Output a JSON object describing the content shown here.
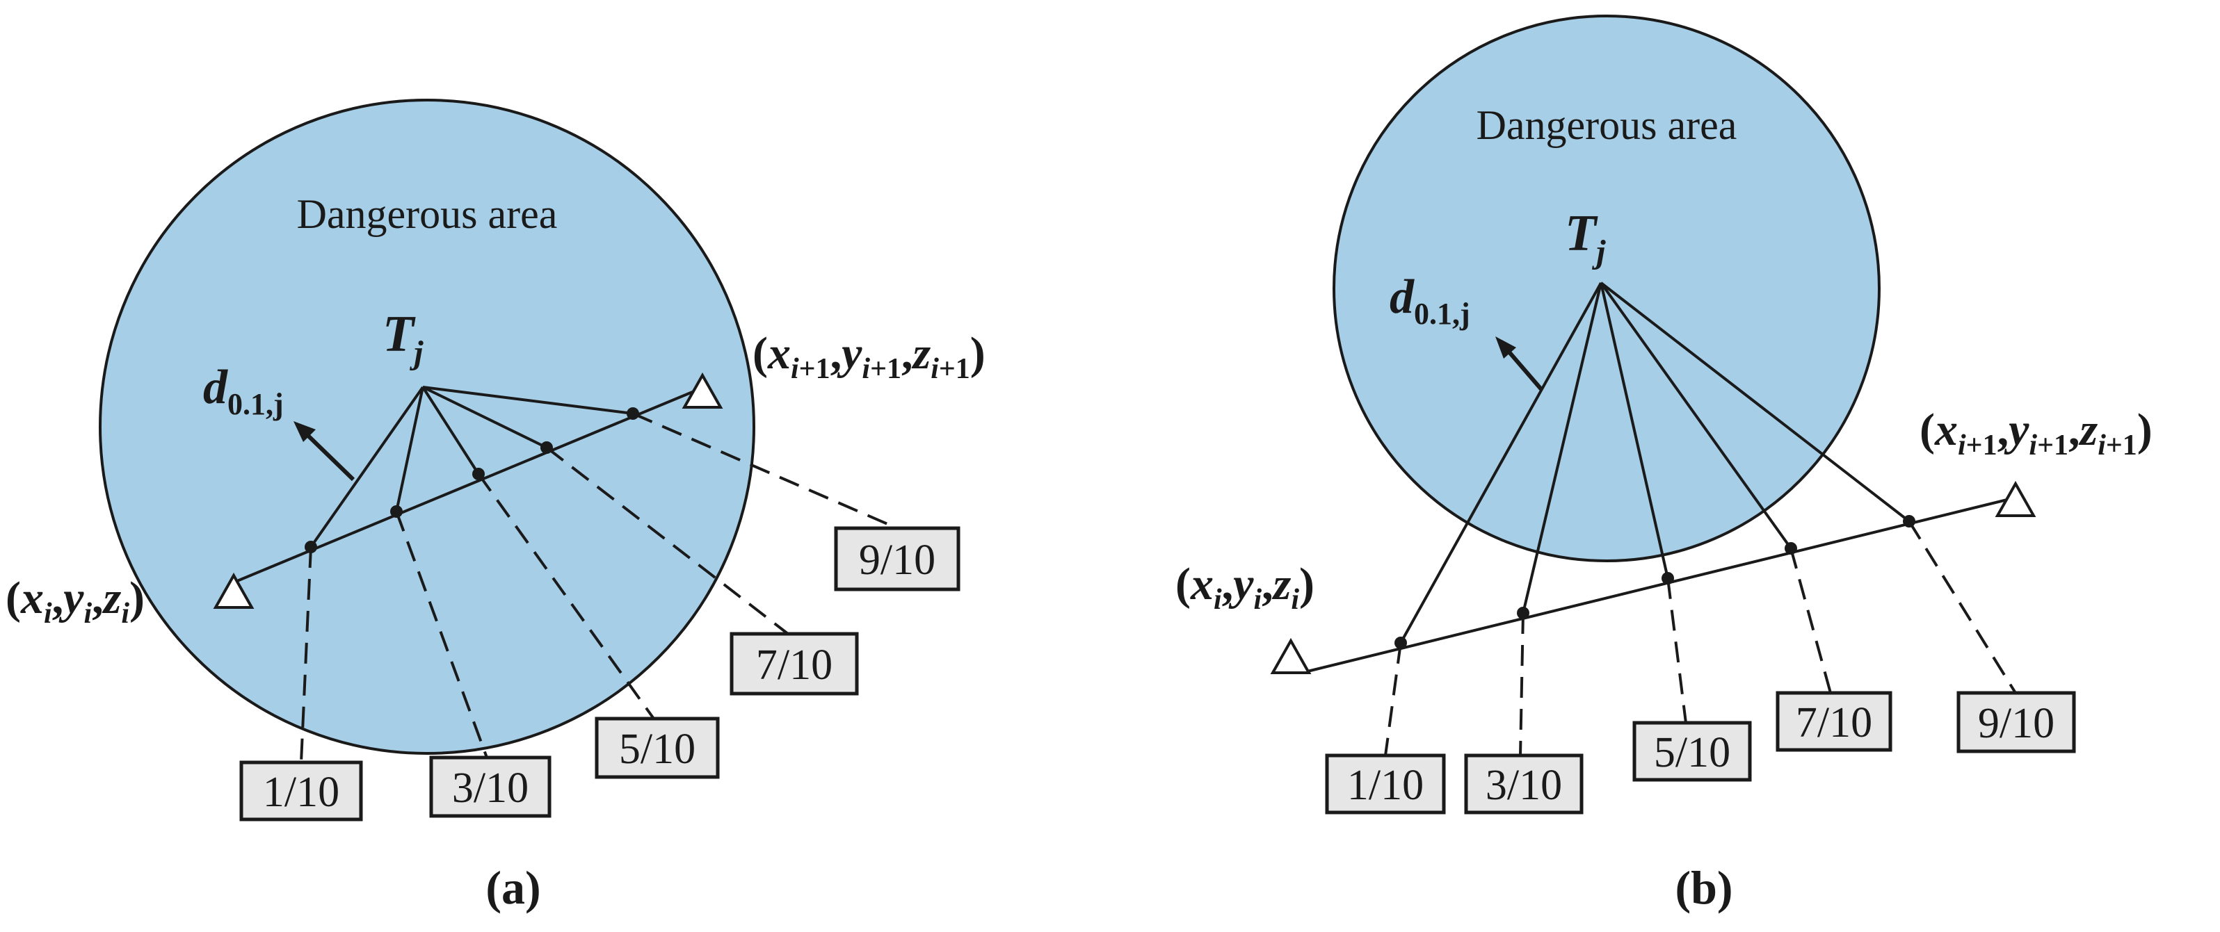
{
  "colors": {
    "area_fill": "#a6cee6",
    "line": "#1a1a1a",
    "box_fill": "#e6e6e6",
    "background": "#ffffff"
  },
  "icons": {
    "endpoint": "triangle-icon",
    "sample_point": "dot-icon",
    "radius_arrow": "arrow-icon"
  },
  "panel_a": {
    "caption": "(a)",
    "area_label": "Dangerous area",
    "threat_label": {
      "base": "T",
      "sub": "j"
    },
    "radius_label": {
      "base": "d",
      "sub": "0.1,j"
    },
    "start_point_label": "(xi,yi,zi)",
    "end_point_label": "(xi+1,yi+1,zi+1)",
    "fractions": [
      "1/10",
      "3/10",
      "5/10",
      "7/10",
      "9/10"
    ]
  },
  "panel_b": {
    "caption": "(b)",
    "area_label": "Dangerous area",
    "threat_label": {
      "base": "T",
      "sub": "j"
    },
    "radius_label": {
      "base": "d",
      "sub": "0.1,j"
    },
    "start_point_label": "(xi,yi,zi)",
    "end_point_label": "(xi+1,yi+1,zi+1)",
    "fractions": [
      "1/10",
      "3/10",
      "5/10",
      "7/10",
      "9/10"
    ]
  }
}
